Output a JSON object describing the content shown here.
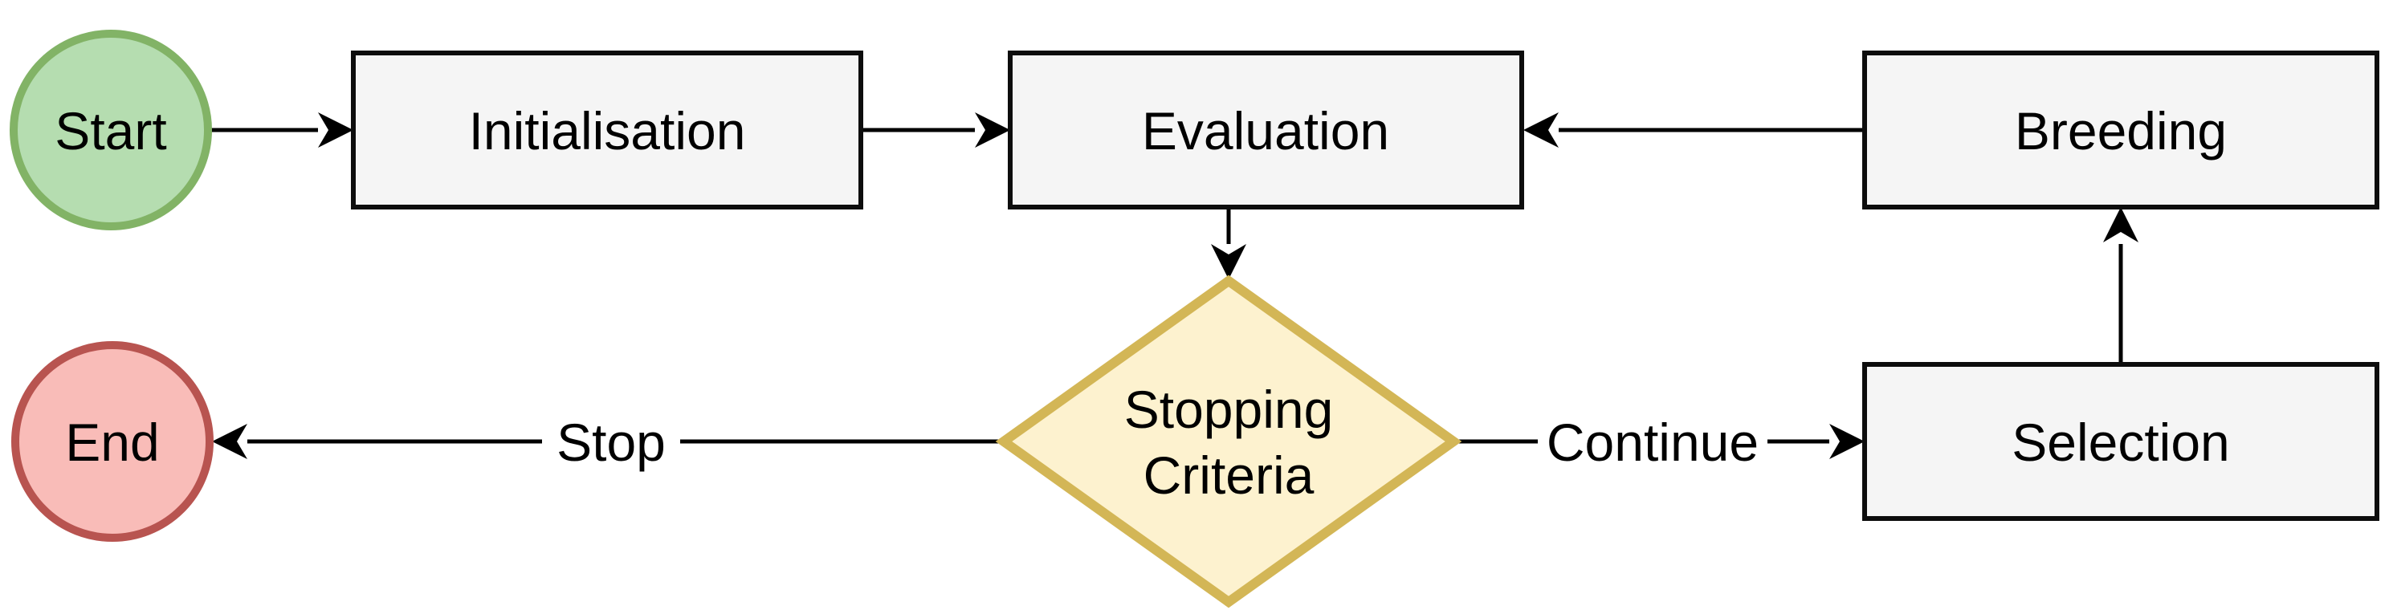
{
  "flowchart": {
    "nodes": {
      "start": {
        "label": "Start",
        "shape": "ellipse"
      },
      "initialisation": {
        "label": "Initialisation",
        "shape": "process"
      },
      "evaluation": {
        "label": "Evaluation",
        "shape": "process"
      },
      "breeding": {
        "label": "Breeding",
        "shape": "process"
      },
      "stopping_criteria": {
        "label_lines": [
          "Stopping",
          "Criteria"
        ],
        "shape": "decision"
      },
      "selection": {
        "label": "Selection",
        "shape": "process"
      },
      "end": {
        "label": "End",
        "shape": "ellipse"
      }
    },
    "edge_labels": {
      "stop": "Stop",
      "continue": "Continue"
    },
    "colors": {
      "start_fill": "#b5ddb0",
      "start_stroke": "#82b366",
      "end_fill": "#f9bcb8",
      "end_stroke": "#b85450",
      "process_fill": "#f5f5f5",
      "process_stroke": "#0d0d0d",
      "decision_fill": "#fdf2cf",
      "decision_stroke": "#d3b656",
      "arrow": "#000000",
      "text": "#000000",
      "background": "#ffffff"
    }
  }
}
